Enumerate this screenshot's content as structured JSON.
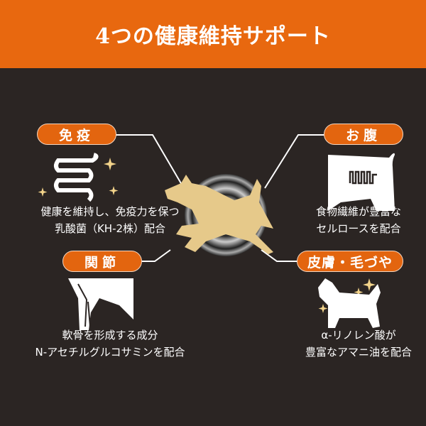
{
  "header": {
    "title": "4つの健康維持サポート"
  },
  "features": [
    {
      "label": "免疫",
      "lines": [
        "健康を維持し、免疫力を保つ",
        "乳酸菌（KH-2株）配合"
      ],
      "icon": "intestine-icon"
    },
    {
      "label": "お腹",
      "lines": [
        "食物繊維が豊富な",
        "セルロースを配合"
      ],
      "icon": "dog-belly-icon"
    },
    {
      "label": "関節",
      "lines": [
        "軟骨を形成する成分",
        "N-アセチルグルコサミンを配合"
      ],
      "icon": "dog-leg-joint-icon"
    },
    {
      "label": "皮膚・毛づや",
      "lines": [
        "α-リノレン酸が",
        "豊富なアマニ油を配合"
      ],
      "icon": "shiny-dog-icon"
    }
  ],
  "colors": {
    "accent": "#e3650f",
    "background": "#2b2523",
    "dog": "#e6c98a"
  }
}
